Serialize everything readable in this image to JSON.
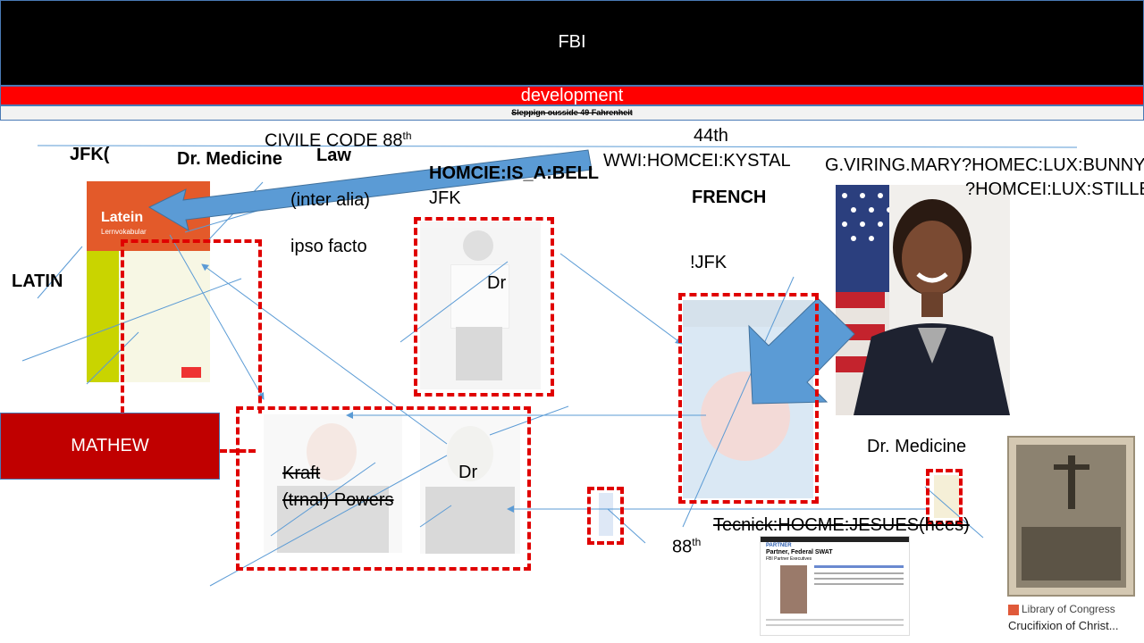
{
  "header": {
    "title": "FBI"
  },
  "subheader": {
    "title": "development",
    "note": "Sleppign ousside 49 Fahrenheit"
  },
  "labels": {
    "civile_code": "CIVILE CODE 88",
    "civile_code_sup": "th",
    "fortyfour": "44th",
    "jfk_paren": "JFK(",
    "dr_medicine_top": "Dr. Medicine",
    "law": "Law",
    "homcie_bell": "HOMCIE:IS_A:BELL",
    "wwi": "WWI:HOMCEI:KYSTAL",
    "viring": "G.VIRING.MARY?HOMEC:LUX:BUNNY",
    "stillb": "?HOMCEI:LUX:STILLB",
    "inter_alia": "(inter alia)",
    "jfk": "JFK",
    "french": "FRENCH",
    "ipso_facto": "ipso facto",
    "not_jfk": "!JFK",
    "latin": "LATIN",
    "dr_mid": "Dr",
    "mathew": "MATHEW",
    "dr_bottom": "Dr",
    "kraft": "Kraft",
    "powers": "(trnal) Powers",
    "dr_medicine_right": "Dr. Medicine",
    "tecnick": "Tecnick:HOCME:JESUES(hees)",
    "eightyeight": "88",
    "eightyeight_sup": "th",
    "loc_source": "Library of Congress",
    "loc_caption": "Crucifixion of Christ...",
    "book_title": "Latein",
    "book_subtitle": "Lernvokabular",
    "doc_partner": "PARTNER",
    "doc_title": "Partner, Federal SWAT",
    "doc_subtitle": "FBI Partner Executives"
  },
  "colors": {
    "header": "#000000",
    "band": "#ff0000",
    "mathew": "#c00000",
    "dash": "#e00000",
    "arrow": "#5b9bd5"
  }
}
